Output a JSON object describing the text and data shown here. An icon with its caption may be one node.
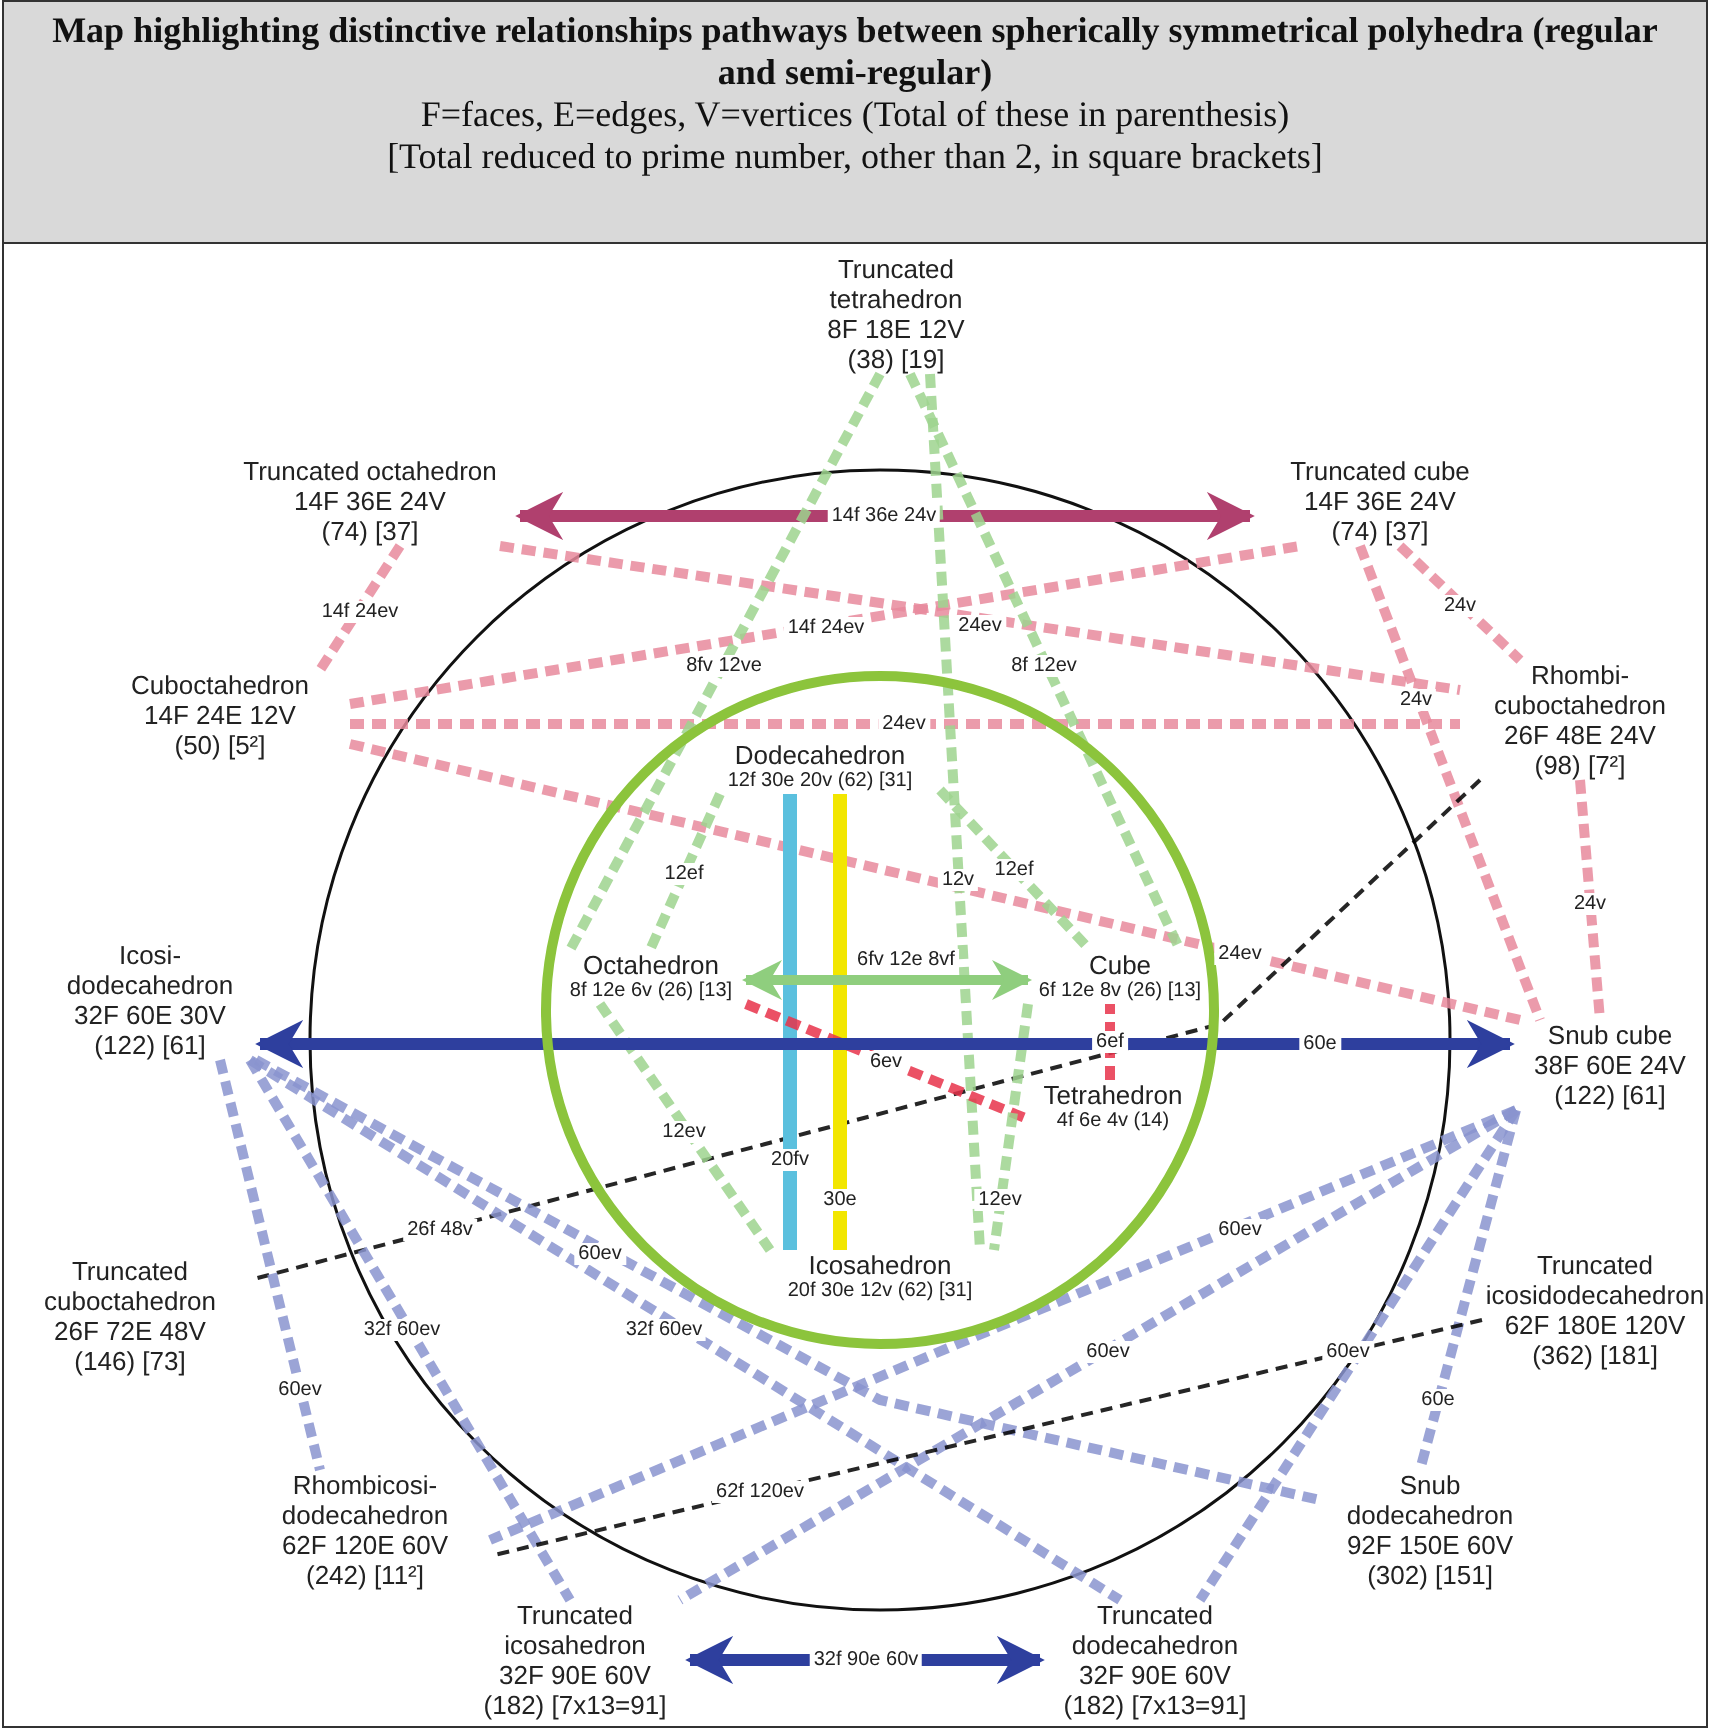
{
  "diagram": {
    "title": "Map highlighting distinctive relationships pathways between spherically symmetrical polyhedra (regular and semi-regular)",
    "labels": [
      "F=faces, E=edges, V=vertices (Total of these in parenthesis)",
      "[Total reduced to prime number, other than 2, in square brackets]"
    ],
    "nodes": [
      {
        "text": [
          "Truncated tetrahedron",
          "8F 18E 12V",
          "(38) [19]"
        ]
      },
      {
        "text": [
          "Truncated octahedron",
          "14F 36E 24V",
          "(74) [37]"
        ]
      },
      {
        "text": [
          "Truncated cube",
          "14F 36E 24V",
          "(74) [37]"
        ]
      },
      {
        "text": [
          "Cuboctahedron",
          "14F 24E 12V",
          "(50) [5²]"
        ]
      },
      {
        "text": [
          "Rhombi-cuboctahedron",
          "26F 48E 24V",
          "(98) [7²]"
        ]
      },
      {
        "text": [],
        "shape": "circle"
      },
      {
        "text": [
          "Dodecahedron",
          "12f 30e 20v (62) [31]"
        ],
        "in": 5
      },
      {
        "text": [
          "Octahedron",
          "8f 12e 6v (26) [13]"
        ],
        "in": 5
      },
      {
        "text": [
          "Tetrahedron",
          "4f 6e 4v (14)"
        ],
        "in": 5
      },
      {
        "text": [
          "Cube",
          "6f 12e 8v (26) [13]"
        ],
        "in": 5
      },
      {
        "text": [
          "Icosahedron",
          "20f 30e 12v (62) [31]"
        ],
        "in": 5
      },
      {
        "text": [
          "Icosi-dodecahedron",
          "32F 60E 30V",
          "(122) [61]"
        ]
      },
      {
        "text": [
          "Snub cube",
          "38F 60E 24V",
          "(122) [61]"
        ]
      },
      {
        "text": [
          "Truncated cuboctahedron",
          "26F 72E 48V",
          "(146) [73]"
        ]
      },
      {
        "text": [
          "Truncated icosidodecahedron",
          "62F 180E 120V",
          "(362) [181]"
        ]
      },
      {
        "text": [
          "Rhombicosi-dodecahedron",
          "62F 120E 60V",
          "(242) [11²]"
        ]
      },
      {
        "text": [
          "Snub dodecahedron",
          "92F 150E 60V",
          "(302) [151]"
        ]
      },
      {
        "text": [
          "Truncated icosahedron",
          "32F 90E 60V",
          "(182) [7x13=91]"
        ]
      },
      {
        "text": [
          "Truncated dodecahedron",
          "32F 90E 60V",
          "(182) [7x13=91]"
        ]
      }
    ],
    "edges": [
      {
        "from": 1,
        "to": 2,
        "arrow": "both",
        "label": "14f 36e 24v",
        "color": "#b0406e"
      },
      {
        "from": 1,
        "to": 3,
        "arrow": "none",
        "label": "14f 24ev",
        "style": "dashed",
        "color": "#e8899c"
      },
      {
        "from": 3,
        "to": 2,
        "arrow": "none",
        "label": "14f 24ev",
        "style": "dashed",
        "color": "#e8899c"
      },
      {
        "from": 1,
        "to": 4,
        "arrow": "none",
        "label": "24ev",
        "style": "dashed",
        "color": "#e8899c"
      },
      {
        "from": 3,
        "to": 4,
        "arrow": "none",
        "label": "24ev",
        "style": "dashed",
        "color": "#e8899c"
      },
      {
        "from": 3,
        "to": 12,
        "arrow": "none",
        "label": "24ev",
        "style": "dashed",
        "color": "#e8899c"
      },
      {
        "from": 2,
        "to": 4,
        "arrow": "none",
        "label": "24v",
        "style": "dashed",
        "color": "#e8899c"
      },
      {
        "from": 2,
        "to": 12,
        "arrow": "none",
        "label": "24v",
        "style": "dashed",
        "color": "#e8899c"
      },
      {
        "from": 4,
        "to": 12,
        "arrow": "none",
        "label": "24v",
        "style": "dashed",
        "color": "#e8899c"
      },
      {
        "from": 4,
        "to": 13,
        "arrow": "none",
        "label": "26f 48v",
        "style": "dashed",
        "color": "#000000"
      },
      {
        "from": 0,
        "to": 7,
        "arrow": "none",
        "label": "8fv 12ve",
        "style": "dashed",
        "color": "#9ed48e"
      },
      {
        "from": 0,
        "to": 10,
        "arrow": "none",
        "label": "12v",
        "style": "dashed",
        "color": "#9ed48e"
      },
      {
        "from": 0,
        "to": 9,
        "arrow": "none",
        "label": "8f 12ev",
        "style": "dashed",
        "color": "#9ed48e"
      },
      {
        "from": 6,
        "to": 7,
        "arrow": "none",
        "label": "12ef",
        "style": "dashed",
        "color": "#9ed48e"
      },
      {
        "from": 6,
        "to": 9,
        "arrow": "none",
        "label": "12ef",
        "style": "dashed",
        "color": "#9ed48e"
      },
      {
        "from": 6,
        "to": 10,
        "arrow": "none",
        "label": "20fv",
        "color": "#5bc0de"
      },
      {
        "from": 6,
        "to": 10,
        "arrow": "none",
        "label": "30e",
        "color": "#f2e600"
      },
      {
        "from": 7,
        "to": 9,
        "arrow": "both",
        "label": "6fv 12e 8vf",
        "color": "#8fce7e"
      },
      {
        "from": 7,
        "to": 8,
        "arrow": "none",
        "label": "6ev",
        "style": "dashed",
        "color": "#e8334a"
      },
      {
        "from": 8,
        "to": 9,
        "arrow": "none",
        "label": "6ef",
        "style": "dashed",
        "color": "#e8334a"
      },
      {
        "from": 7,
        "to": 10,
        "arrow": "none",
        "label": "12ev",
        "style": "dashed",
        "color": "#9ed48e"
      },
      {
        "from": 9,
        "to": 10,
        "arrow": "none",
        "label": "12ev",
        "style": "dashed",
        "color": "#9ed48e"
      },
      {
        "from": 11,
        "to": 12,
        "arrow": "both",
        "label": "60e",
        "color": "#2e3f9e"
      },
      {
        "from": 11,
        "to": 16,
        "arrow": "none",
        "label": "60ev",
        "style": "dashed",
        "color": "#8a94cf"
      },
      {
        "from": 11,
        "to": 18,
        "arrow": "none",
        "label": "32f 60ev",
        "style": "dashed",
        "color": "#8a94cf"
      },
      {
        "from": 11,
        "to": 15,
        "arrow": "none",
        "label": "60ev",
        "style": "dashed",
        "color": "#8a94cf"
      },
      {
        "from": 11,
        "to": 17,
        "arrow": "none",
        "label": "32f 60ev",
        "style": "dashed",
        "color": "#8a94cf"
      },
      {
        "from": 12,
        "to": 15,
        "arrow": "none",
        "label": "60ev",
        "style": "dashed",
        "color": "#8a94cf"
      },
      {
        "from": 12,
        "to": 17,
        "arrow": "none",
        "label": "60ev",
        "style": "dashed",
        "color": "#8a94cf"
      },
      {
        "from": 12,
        "to": 18,
        "arrow": "none",
        "label": "60ev",
        "style": "dashed",
        "color": "#8a94cf"
      },
      {
        "from": 12,
        "to": 16,
        "arrow": "none",
        "label": "60e",
        "style": "dashed",
        "color": "#8a94cf"
      },
      {
        "from": 14,
        "to": 15,
        "arrow": "none",
        "label": "62f 120ev",
        "style": "dashed",
        "color": "#000000"
      },
      {
        "from": 17,
        "to": 18,
        "arrow": "both",
        "label": "32f 90e 60v",
        "color": "#2e3f9e"
      }
    ]
  }
}
